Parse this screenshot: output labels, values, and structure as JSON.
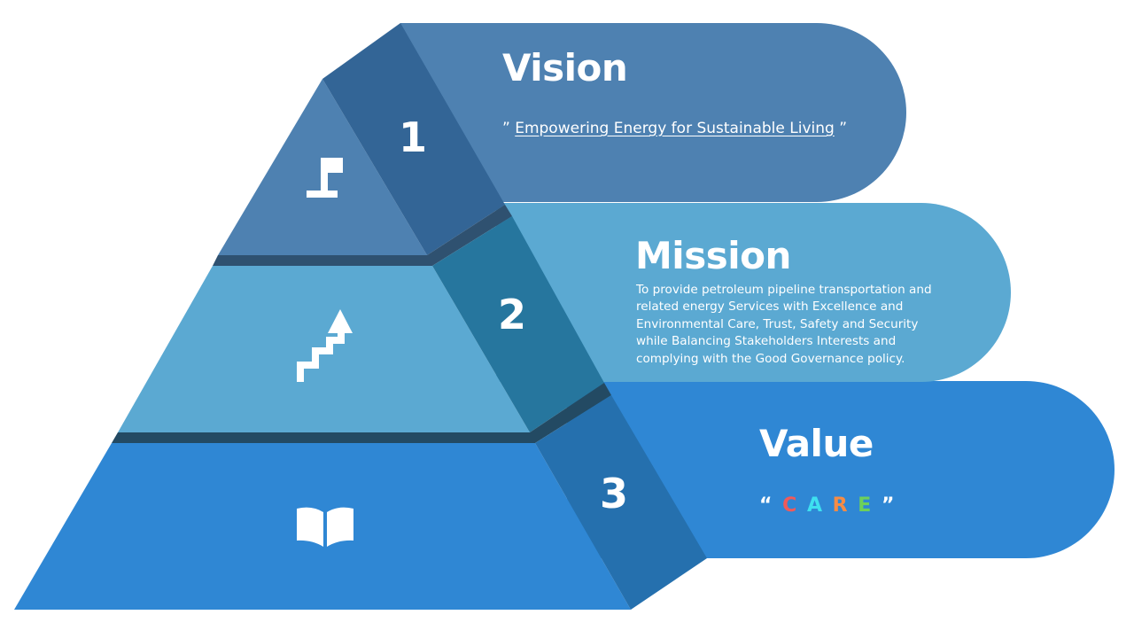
{
  "colors": {
    "vision_face": "#4e81b1",
    "vision_side": "#336596",
    "mission_face": "#5ba9d2",
    "mission_side": "#26769e",
    "value_face": "#2f87d4",
    "value_side": "#2570ae",
    "ledge_dark": "#234a63",
    "ledge_top": "#2f5170",
    "text": "#ffffff"
  },
  "tiers": [
    {
      "number": "1",
      "icon": "flag-icon",
      "title": "Vision",
      "quote_open": "”",
      "quote_text": "Empowering Energy for Sustainable Living",
      "quote_close": "”"
    },
    {
      "number": "2",
      "icon": "stairs-arrow-up-icon",
      "title": "Mission",
      "body_lines": [
        "To provide petroleum pipeline transportation and",
        "related energy Services with Excellence and",
        "Environmental Care, Trust, Safety and Security",
        "while Balancing Stakeholders Interests and",
        "complying with the Good Governance policy."
      ]
    },
    {
      "number": "3",
      "icon": "open-book-icon",
      "title": "Value",
      "quote_open": "“",
      "quote_close": "”",
      "letters": [
        {
          "char": "C",
          "color": "#f05a5a"
        },
        {
          "char": "A",
          "color": "#3ee0f0"
        },
        {
          "char": "R",
          "color": "#f58c46"
        },
        {
          "char": "E",
          "color": "#6dd05a"
        }
      ]
    }
  ]
}
